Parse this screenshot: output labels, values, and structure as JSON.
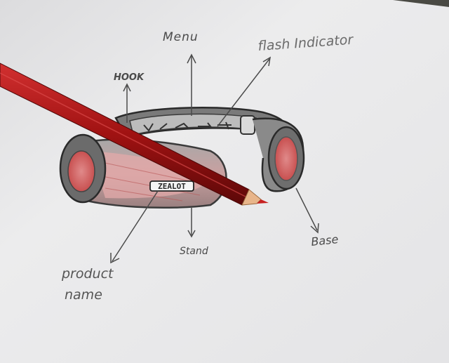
{
  "labels": {
    "menu": "Menu",
    "flash_indicator": "flash Indicator",
    "hook": "HOOK",
    "base": "Base",
    "stand": "Stand",
    "product_line1": "product",
    "product_line2": "name",
    "brand": "ZEALOT"
  },
  "colors": {
    "paper": "#ebebec",
    "pencil_red": "#b01818",
    "pencil_dark": "#5a0a0a",
    "sketch_red": "#d46a6a",
    "graphite": "#3a3a3a"
  }
}
